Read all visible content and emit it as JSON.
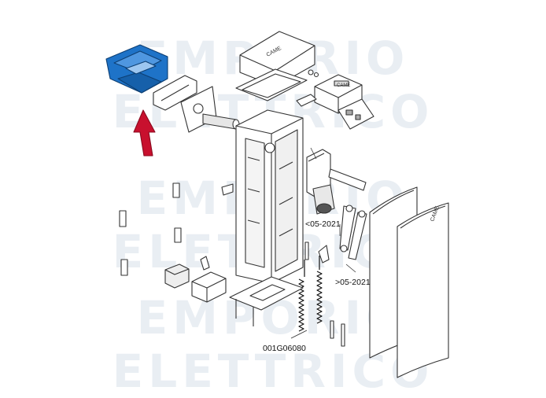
{
  "watermark": {
    "text": "EMPORIO ELETTRICO"
  },
  "brand": {
    "logo_text": "CAME"
  },
  "labels": {
    "before_date": "<05-2021",
    "after_date": ">05-2021",
    "part_code": "001G06080"
  },
  "colors": {
    "highlight": "#1e73c8",
    "arrow": "#c8102e",
    "line": "#333333",
    "panel": "#ffffff",
    "shade": "#dcdcdc"
  }
}
